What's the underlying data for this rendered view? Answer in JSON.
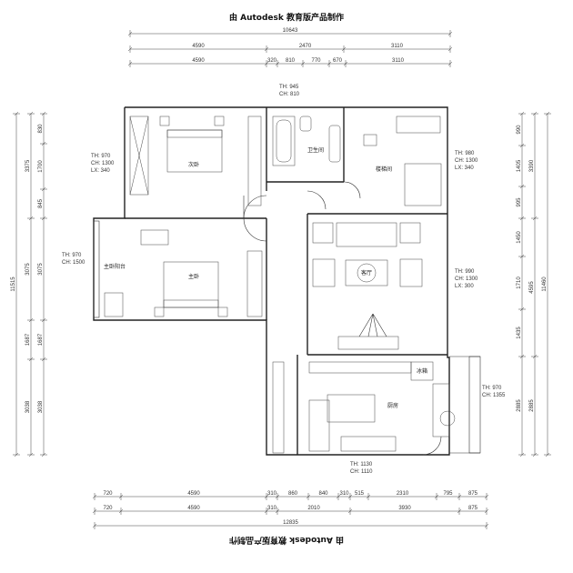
{
  "watermark_top": "由 Autodesk 教育版产品制作",
  "watermark_bottom": "由 Autodesk 教育版产品制作",
  "top_dims": {
    "total": "10643",
    "row1": [
      "4590",
      "2470",
      "3110"
    ],
    "row2": [
      "4590",
      "320",
      "810",
      "770",
      "670",
      "3110"
    ]
  },
  "bottom_dims": {
    "total": "12835",
    "row1": [
      "720",
      "4590",
      "310",
      "860",
      "840",
      "310",
      "515",
      "2310",
      "795",
      "875"
    ],
    "row2": [
      "720",
      "4590",
      "310",
      "2010",
      "3930",
      "875"
    ]
  },
  "left_dims": {
    "total": "11515",
    "col1": [
      "3375",
      "3075",
      "1687",
      "3038"
    ],
    "col2": [
      "830",
      "1700",
      "845",
      "3075",
      "1687",
      "3038"
    ]
  },
  "right_dims": {
    "total": "11460",
    "col1": [
      "3390",
      "4595",
      "2885"
    ],
    "col2": [
      "990",
      "1405",
      "995",
      "1450",
      "1710",
      "1435",
      "2885"
    ]
  },
  "rooms": {
    "second_bedroom": "次卧",
    "bathroom": "卫生间",
    "stair_room": "楼梯间",
    "master_balcony": "主卧阳台",
    "master_bedroom": "主卧",
    "living_room": "客厅",
    "kitchen": "厨房",
    "fridge": "冰箱"
  },
  "annotations": {
    "bath_th": "TH: 945",
    "bath_ch": "CH: 810",
    "sec_th": "TH: 970",
    "sec_ch": "CH: 1300",
    "sec_lx": "LX: 340",
    "stair_th": "TH: 980",
    "stair_ch": "CH: 1300",
    "stair_lx": "LX: 340",
    "bal_th": "TH: 970",
    "bal_ch": "CH: 1500",
    "liv_th": "TH: 990",
    "liv_ch": "CH: 1300",
    "liv_lx": "LX: 300",
    "kit_th": "TH: 970",
    "kit_ch": "CH: 1355",
    "bot_th": "TH: 1130",
    "bot_ch": "CH: 1110"
  }
}
